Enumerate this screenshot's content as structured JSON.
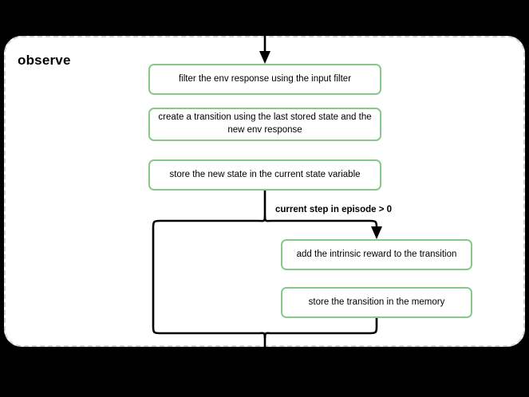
{
  "diagram": {
    "type": "flowchart",
    "group": {
      "title": "observe",
      "border_style": "dashed",
      "border_color": "#d2d2d2",
      "background": "#ffffff"
    },
    "canvas_background": "#000000",
    "node_border_color": "#86c98a",
    "edge_color": "#000000",
    "nodes": [
      {
        "id": "n1",
        "label": "filter the env response using the input filter"
      },
      {
        "id": "n2",
        "label": "create a transition using the last stored state and the new env response"
      },
      {
        "id": "n3",
        "label": "store the new state in the current state variable"
      },
      {
        "id": "n4",
        "label": "add the intrinsic reward to the transition"
      },
      {
        "id": "n5",
        "label": "store the transition in the memory"
      }
    ],
    "edges": [
      {
        "from": "entry",
        "to": "n1",
        "label": ""
      },
      {
        "from": "n3",
        "to": "branch",
        "label": "current step in episode > 0"
      },
      {
        "from": "branch",
        "to": "n4",
        "label": ""
      },
      {
        "from": "n5",
        "to": "merge",
        "label": ""
      }
    ],
    "condition_label": "current step in episode > 0"
  }
}
